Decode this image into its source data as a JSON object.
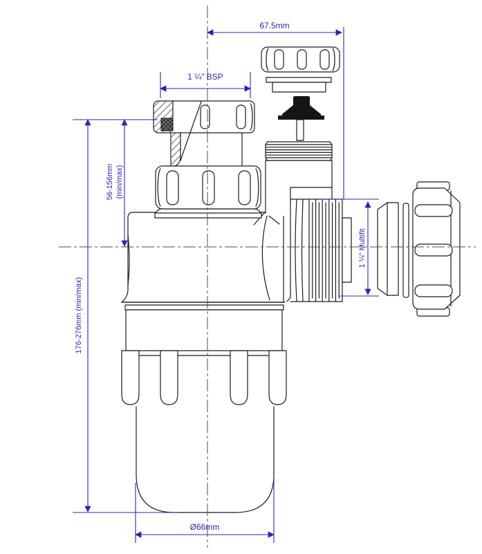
{
  "drawing": {
    "type": "technical-dimension-drawing",
    "subject": "adjustable bottle trap with multifit outlet",
    "labels": {
      "top_width": "67.5mm",
      "inlet_thread": "1 ¼\" BSP",
      "inlet_adjustment_range": "56-156mm",
      "inlet_adjustment_note": "(min/max)",
      "overall_height": "176-276mm (min/max)",
      "outlet_size": "1 ¼\" Multifit",
      "cup_diameter": "Ø66mm"
    },
    "colors": {
      "dimension": "#2929a8",
      "outline": "#1a1a1a",
      "centerline": "#4d4d4d"
    }
  }
}
